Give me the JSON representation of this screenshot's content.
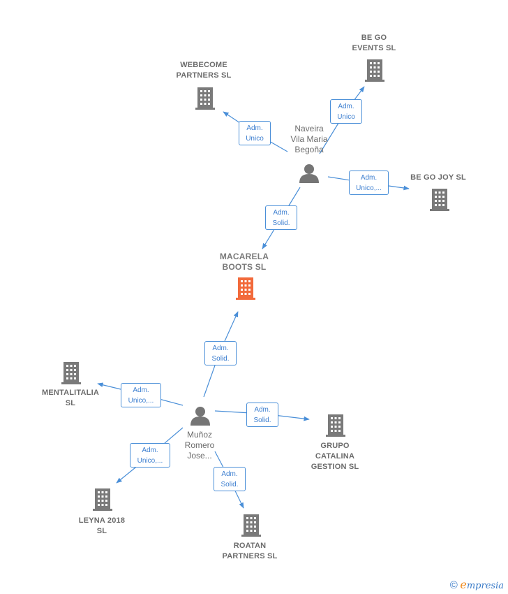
{
  "nodes": {
    "webecome": {
      "label_lines": [
        "WEBECOME",
        "PARTNERS  SL"
      ]
    },
    "begoevents": {
      "label_lines": [
        "BE GO",
        "EVENTS  SL"
      ]
    },
    "begojoy": {
      "label_lines": [
        "BE GO JOY  SL"
      ]
    },
    "macarela": {
      "label_lines": [
        "MACARELA",
        "BOOTS  SL"
      ]
    },
    "mentalitalia": {
      "label_lines": [
        "MENTALITALIA",
        "SL"
      ]
    },
    "grupo": {
      "label_lines": [
        "GRUPO",
        "CATALINA",
        "GESTION  SL"
      ]
    },
    "leyna": {
      "label_lines": [
        "LEYNA 2018",
        "SL"
      ]
    },
    "roatan": {
      "label_lines": [
        "ROATAN",
        "PARTNERS  SL"
      ]
    }
  },
  "persons": {
    "naveira": {
      "label_lines": [
        "Naveira",
        "Vila Maria",
        "Begoña"
      ]
    },
    "munoz": {
      "label_lines": [
        "Muñoz",
        "Romero",
        "Jose..."
      ]
    }
  },
  "edges": [
    {
      "id": "e1",
      "lines": [
        "Adm.",
        "Unico"
      ]
    },
    {
      "id": "e2",
      "lines": [
        "Adm.",
        "Unico"
      ]
    },
    {
      "id": "e3",
      "lines": [
        "Adm.",
        "Unico,..."
      ]
    },
    {
      "id": "e4",
      "lines": [
        "Adm.",
        "Solid."
      ]
    },
    {
      "id": "e5",
      "lines": [
        "Adm.",
        "Solid."
      ]
    },
    {
      "id": "e6",
      "lines": [
        "Adm.",
        "Unico,..."
      ]
    },
    {
      "id": "e7",
      "lines": [
        "Adm.",
        "Solid."
      ]
    },
    {
      "id": "e8",
      "lines": [
        "Adm.",
        "Unico,..."
      ]
    },
    {
      "id": "e9",
      "lines": [
        "Adm.",
        "Solid."
      ]
    }
  ],
  "colors": {
    "building": "#7a7a7a",
    "focus_building": "#f26a3b",
    "person": "#757575",
    "edge": "#4a8fd8"
  },
  "footer": {
    "copyright": "©",
    "brand_e": "e",
    "brand_rest": "mpresia"
  }
}
